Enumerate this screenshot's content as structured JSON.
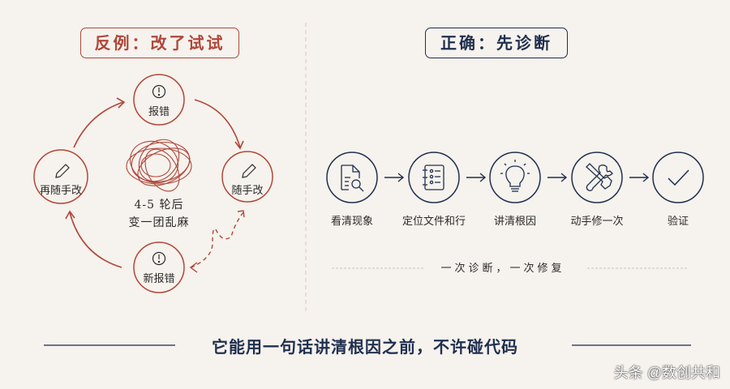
{
  "colors": {
    "background": "#f6f2ed",
    "red": "#b0473a",
    "navy": "#1f2f4f",
    "text": "#2b2b2b"
  },
  "left_panel": {
    "title": "反例：改了试试",
    "nodes": [
      {
        "label": "报错",
        "icon": "exclamation-circle-icon"
      },
      {
        "label": "随手改",
        "icon": "pencil-icon"
      },
      {
        "label": "新报错",
        "icon": "exclamation-circle-icon"
      },
      {
        "label": "再随手改",
        "icon": "pencil-icon"
      }
    ],
    "center": {
      "line1": "4-5 轮后",
      "line2": "变一团乱麻",
      "icon": "tangle-scribble-icon"
    }
  },
  "right_panel": {
    "title": "正确：先诊断",
    "steps": [
      {
        "label": "看清现象",
        "icon": "document-search-icon"
      },
      {
        "label": "定位文件和行",
        "icon": "notebook-list-icon"
      },
      {
        "label": "讲清根因",
        "icon": "lightbulb-icon"
      },
      {
        "label": "动手修一次",
        "icon": "wrench-screwdriver-icon"
      },
      {
        "label": "验证",
        "icon": "checkmark-icon"
      }
    ],
    "motto": "一次诊断，一次修复"
  },
  "footer": {
    "rule": "它能用一句话讲清根因之前，不许碰代码"
  },
  "watermark": "头条 @数创共和"
}
